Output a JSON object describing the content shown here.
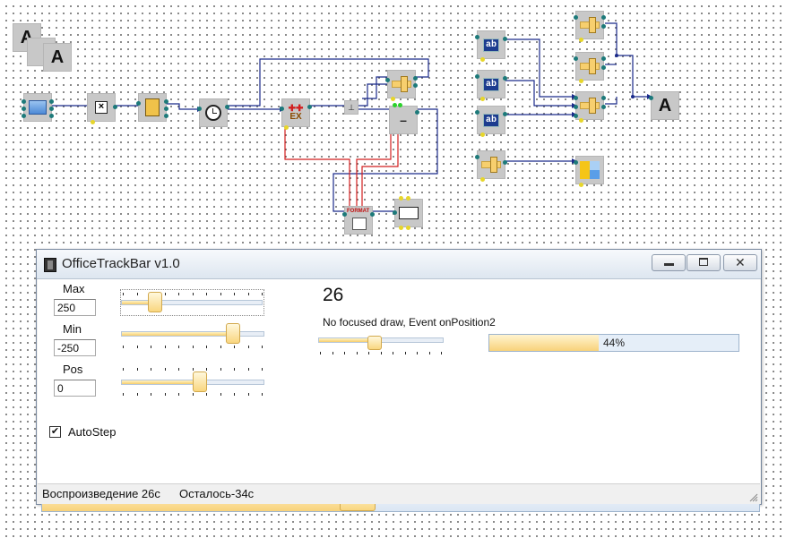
{
  "window": {
    "title": "OfficeTrackBar v1.0",
    "max_label": "Max",
    "max_value": "250",
    "min_label": "Min",
    "min_value": "-250",
    "pos_label": "Pos",
    "pos_value": "0",
    "big_value": "26",
    "description": "No focused draw, Event onPosition2",
    "progress_text": "44%",
    "progress_fraction": 0.44,
    "autostep_label": "AutoStep",
    "autostep_checked": true,
    "status_playback": "Воспроизведение 26с",
    "status_remaining": "Осталось-34с"
  },
  "trackbars": {
    "max": 0.24,
    "min": 0.78,
    "pos": 0.55,
    "event": 0.45,
    "playback": 0.44
  },
  "icons": {
    "format_node_label": "FORMAT",
    "ex_node_label": "EX",
    "minus_node_label": "–",
    "text_node_glyph": "A",
    "edit_node_glyph": "ab"
  },
  "colors": {
    "wire_blue": "#1a2a8a",
    "wire_red": "#d11f1f",
    "pin_teal": "#1d7a7a",
    "accent_yellow": "#f8d27a"
  }
}
